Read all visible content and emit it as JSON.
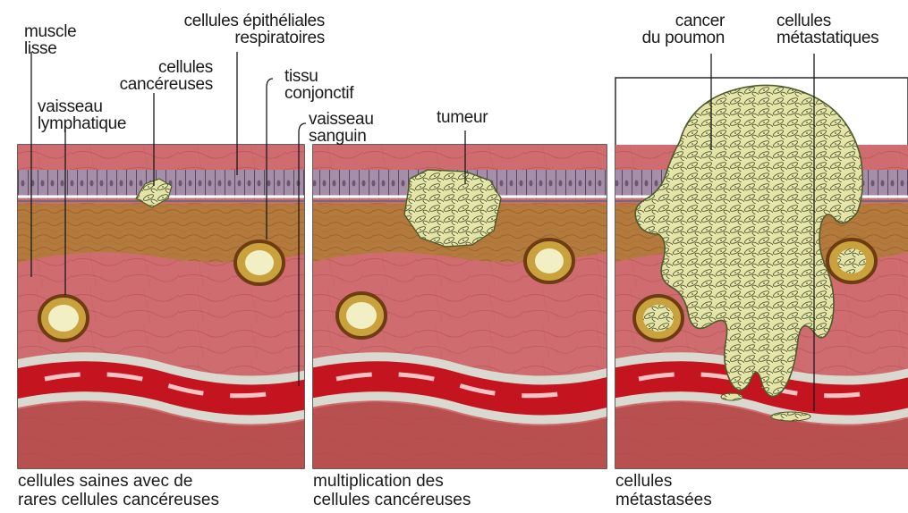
{
  "labels": {
    "muscle_lisse": [
      "muscle",
      "lisse"
    ],
    "cellules_epitheliales": [
      "cellules épithéliales",
      "respiratoires"
    ],
    "cellules_cancereuses": [
      "cellules",
      "cancéreuses"
    ],
    "tissu_conjonctif": [
      "tissu",
      "conjonctif"
    ],
    "vaisseau_lymphatique": [
      "vaisseau",
      "lymphatique"
    ],
    "vaisseau_sanguin": [
      "vaisseau",
      "sanguin"
    ],
    "tumeur": [
      "tumeur"
    ],
    "cancer_du_poumon": [
      "cancer",
      "du poumon"
    ],
    "cellules_metastatiques": [
      "cellules",
      "métastatiques"
    ]
  },
  "captions": {
    "panel1": [
      "cellules saines avec de",
      "rares cellules cancéreuses"
    ],
    "panel2": [
      "multiplication des",
      "cellules cancéreuses"
    ],
    "panel3": [
      "cellules",
      "métastasées"
    ]
  }
}
